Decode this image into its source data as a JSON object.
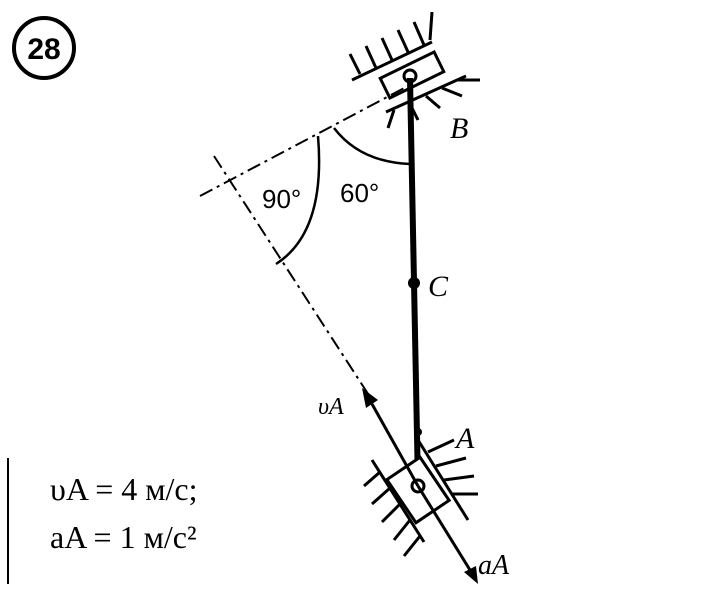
{
  "problem_number": "28",
  "labels": {
    "point_b": "B",
    "point_c": "C",
    "point_a": "A",
    "velocity_vector": "υA",
    "acceleration_vector": "aA"
  },
  "angles": {
    "right_angle": "90°",
    "sixty_angle": "60°"
  },
  "given": {
    "velocity_line": "υA = 4 м/с;",
    "acceleration_line": "aA = 1 м/с²"
  },
  "colors": {
    "ink": "#000000",
    "background": "#ffffff"
  }
}
